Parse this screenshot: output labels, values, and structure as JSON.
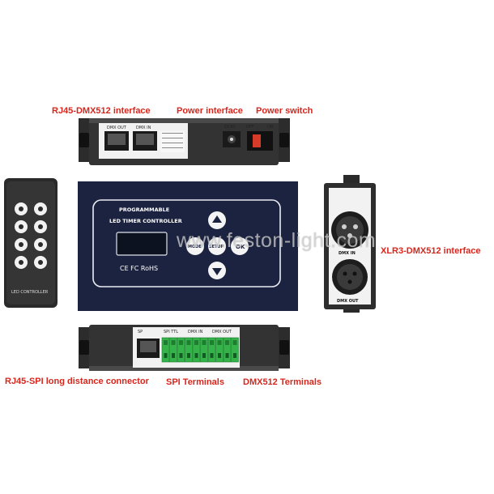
{
  "labels": {
    "rj45_dmx": "RJ45-DMX512 interface",
    "power_interface": "Power interface",
    "power_switch": "Power switch",
    "xlr3": "XLR3-DMX512 interface",
    "rj45_spi": "RJ45-SPI long distance connector",
    "spi_terminals": "SPI Terminals",
    "dmx_terminals": "DMX512 Terminals"
  },
  "top_device": {
    "dmx_out": "DMX OUT",
    "dmx_in": "DMX IN",
    "dc_label": "DC6V",
    "off": "OFF",
    "on": "ON"
  },
  "panel": {
    "title_line1": "PROGRAMMABLE",
    "title_line2": "LED TIMER CONTROLLER",
    "certifications": "CE FC RoHS",
    "mode": "MODE",
    "setup": "SETUP",
    "ok": "OK"
  },
  "remote": {
    "label": "LED CONTROLLER"
  },
  "xlr_device": {
    "dmx_in": "DMX IN",
    "dmx_out": "DMX OUT"
  },
  "bottom_device": {
    "sp": "SP",
    "spi_ttl": "SPI TTL",
    "dmx_in": "DMX IN",
    "dmx_out": "DMX OUT"
  },
  "watermark": "www.feston-light.com",
  "colors": {
    "label": "#d8261c",
    "panel": "#1c2340",
    "terminal": "#35b24a"
  }
}
